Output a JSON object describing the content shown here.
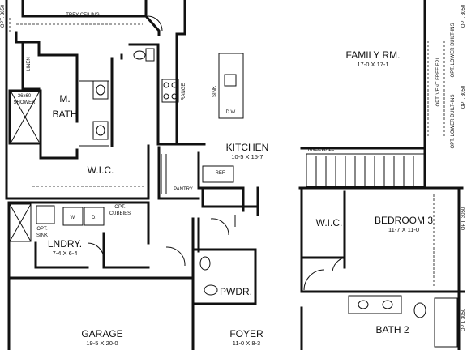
{
  "rooms": {
    "family": {
      "name": "FAMILY RM.",
      "dims": "17-0 X 17-1"
    },
    "kitchen": {
      "name": "KITCHEN",
      "dims": "10-5 X 15-7"
    },
    "mbath": {
      "name": "M.",
      "name2": "BATH"
    },
    "wic_master": {
      "name": "W.I.C."
    },
    "bedroom3": {
      "name": "BEDROOM 3",
      "dims": "11-7 X 11-0"
    },
    "wic_bed": {
      "name": "W.I.C."
    },
    "laundry": {
      "name": "LNDRY.",
      "dims": "7-4 X 6-4"
    },
    "garage": {
      "name": "GARAGE",
      "dims": "19-5 X 20-0"
    },
    "foyer": {
      "name": "FOYER",
      "dims": "11-0 X 8-3"
    },
    "bath2": {
      "name": "BATH 2"
    },
    "powder": {
      "name": "PWDR."
    }
  },
  "labels": {
    "trey_ceiling": "TREY CEILING",
    "linen": "LINEN",
    "shower": "36x60",
    "shower2": "SHOWER",
    "range": "RANGE",
    "sink": "SINK",
    "dw": "D.W.",
    "pantry": "PANTRY",
    "ref": "REF.",
    "kneewall": "KNEEWALL",
    "opt_cubbies": "OPT.",
    "opt_cubbies2": "CUBBIES",
    "opt_sink": "OPT.",
    "opt_sink2": "SINK",
    "washer": "W.",
    "dryer": "D.",
    "opt_lower_builtins": "OPT. LOWER BUILT-INS",
    "opt_vent_free": "OPT. VENT FREE FPL.",
    "opt_lower_builtins2": "OPT. LOWER BUILT-INS",
    "opt_top_left": "OPT. 3650",
    "opt_top_right": "OPT. 3050",
    "opt_right_mid": "OPT. 3050",
    "opt_right_bed": "OPT. 3050",
    "opt_right_bath": "OPT. 3050"
  }
}
